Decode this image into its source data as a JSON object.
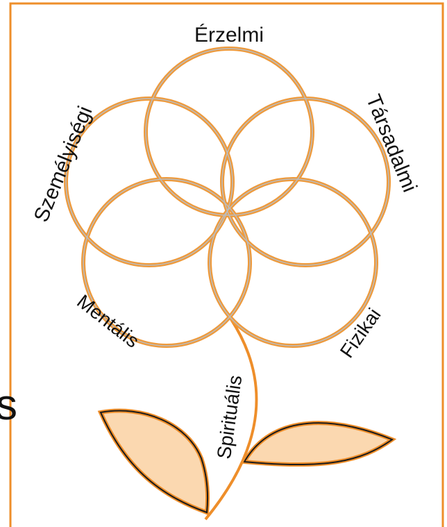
{
  "colors": {
    "petal_outer": "#ee9a3c",
    "petal_inner": "#bcbcbc",
    "frame_border": "#ee8e2a",
    "leaf_fill": "#fbd8b0",
    "leaf_stroke": "#ee8e2a",
    "leaf_inner": "#1a1a1a",
    "stem": "#ee8e2a",
    "text": "#111111"
  },
  "petals": {
    "top": "Érzelmi",
    "upper_right": "Társadalmi",
    "upper_left": "Személyiségi",
    "lower_left": "Mentális",
    "lower_right": "Fizikai",
    "stem": "Spirituális"
  },
  "edge_fragment": "s"
}
